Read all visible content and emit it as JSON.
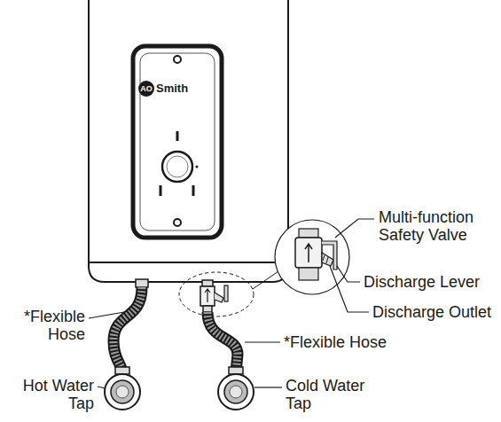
{
  "diagram": {
    "labels": [
      "AO",
      "Smith",
      "Multi-function Safety Valve",
      "Discharge Lever",
      "*Flexible Hose",
      "Discharge Outlet",
      "*Flexible Hose",
      "Hot Water Tap",
      "Cold Water Tap"
    ]
  }
}
